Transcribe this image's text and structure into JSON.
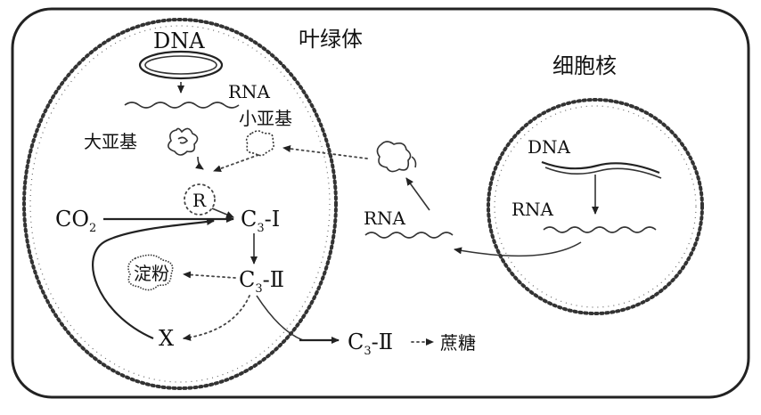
{
  "labels": {
    "chloroplast": "叶绿体",
    "nucleus": "细胞核",
    "dna_chloroplast": "DNA",
    "rna_chloroplast": "RNA",
    "large_subunit": "大亚基",
    "small_subunit": "小亚基",
    "r": "R",
    "co2": "CO",
    "co2_sub": "2",
    "c3_i": "C",
    "c3_i_sub": "3",
    "c3_i_suffix": "-Ⅰ",
    "c3_ii": "C",
    "c3_ii_sub": "3",
    "c3_ii_suffix": "-Ⅱ",
    "starch": "淀粉",
    "x": "X",
    "c3_ii_out": "C",
    "c3_ii_out_sub": "3",
    "c3_ii_out_suffix": "-Ⅱ",
    "sucrose": "蔗糖",
    "rna_cytoplasm": "RNA",
    "dna_nucleus": "DNA",
    "rna_nucleus": "RNA"
  }
}
